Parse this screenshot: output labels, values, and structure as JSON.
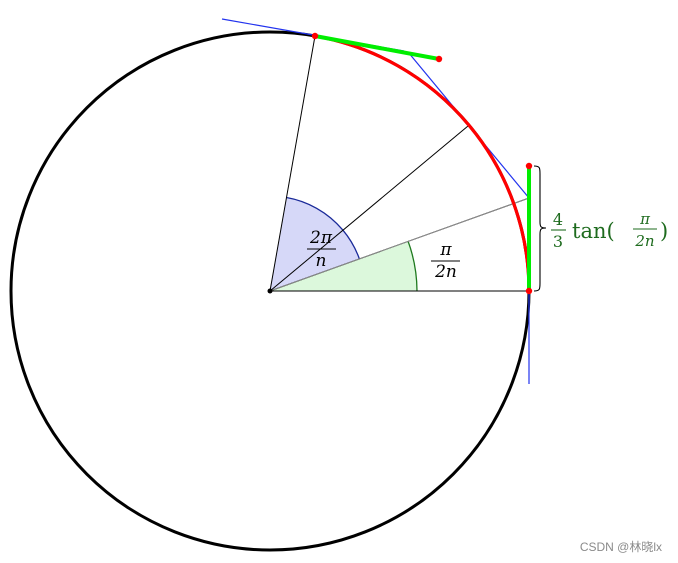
{
  "diagram": {
    "angle_full_label": {
      "numerator": "2π",
      "denominator": "n"
    },
    "angle_half_label": {
      "numerator": "π",
      "denominator": "2n"
    },
    "tangent_length_label": {
      "coefficient_numerator": "4",
      "coefficient_denominator": "3",
      "function_name": "tan(",
      "argument_numerator": "π",
      "argument_denominator": "2n",
      "close_paren": ")"
    }
  },
  "colors": {
    "circle": "#000000",
    "arc": "#ff0000",
    "control_segments": "#00ee00",
    "tangent_lines": "#2233ee",
    "full_angle_fill": "#d6d8f8",
    "half_angle_fill": "#dcf8dc",
    "label_green": "#1e6b1e",
    "points": "#ff0000"
  },
  "watermark": "CSDN @林晓lx"
}
